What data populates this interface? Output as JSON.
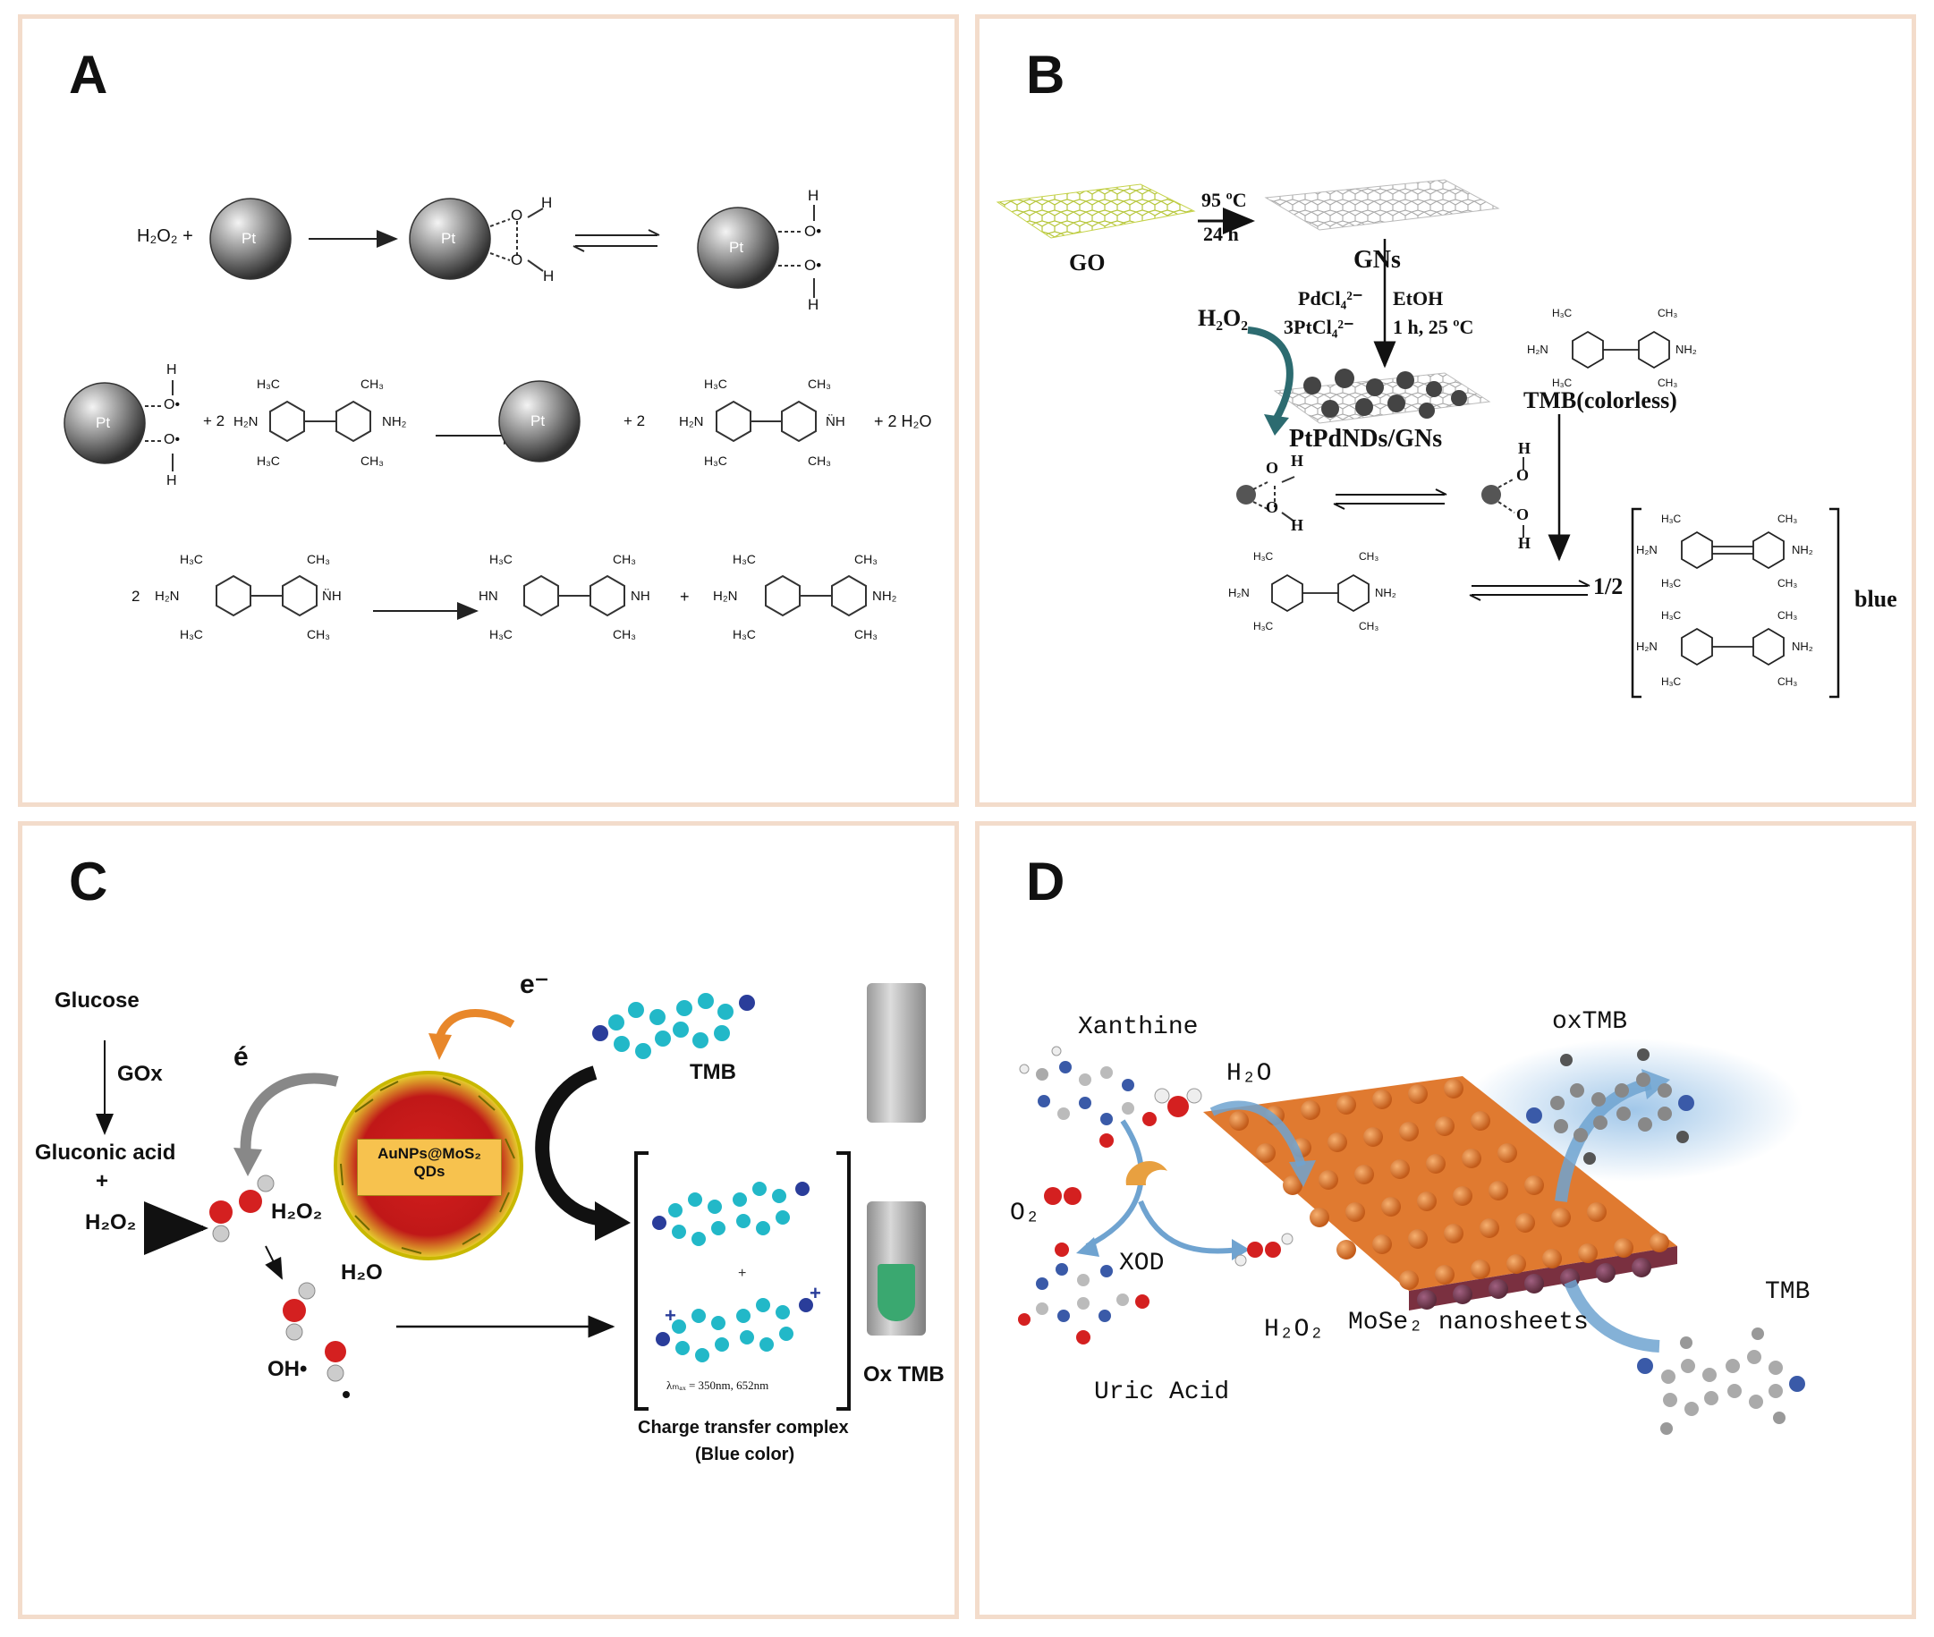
{
  "panels": {
    "A": {
      "label": "A",
      "row1": {
        "reactant": "H₂O₂ +",
        "metal": "Pt",
        "H": "H",
        "O": "O",
        "radical": "O•"
      },
      "row2": {
        "coef2": "+ 2",
        "coef2b": "+ 2",
        "water": "+ 2 H₂O",
        "H2N": "H₂N",
        "NH2": "NH₂",
        "NH": "N̈H",
        "H3C": "H₃C",
        "CH3": "CH₃"
      },
      "row3": {
        "coef": "2",
        "HN": "HN",
        "NH": "NH",
        "plus": "+",
        "NH_rad": "N̈H",
        "H3C": "H₃C",
        "CH3": "CH₃",
        "H2N": "H₂N",
        "NH2": "NH₂"
      }
    },
    "B": {
      "label": "B",
      "go": "GO",
      "gns": "GNs",
      "cond1_temp": "95 ºC",
      "cond1_time": "24 h",
      "reagent1": "PdCl₄²⁻",
      "reagent2": "3PtCl₄²⁻",
      "solvent": "EtOH",
      "cond2": "1 h,  25 ºC",
      "h2o2": "H₂O₂",
      "nanozyme": "PtPdNDs/GNs",
      "tmb": "TMB(colorless)",
      "half": "1/2",
      "blue": "blue",
      "H": "H",
      "O": "O",
      "H3C": "H₃C",
      "CH3": "CH₃",
      "H2N": "H₂N",
      "NH2": "NH₂"
    },
    "C": {
      "label": "C",
      "glucose": "Glucose",
      "enzyme": "GOx",
      "gluconic": "Gluconic acid",
      "plus": "+",
      "h2o2_left": "H₂O₂",
      "h2o2": "H₂O₂",
      "h2o": "H₂O",
      "oh": "OH•",
      "e1": "e⁻",
      "e2": "é",
      "qd_line1": "AuNPs@MoS₂",
      "qd_line2": "QDs",
      "tmb": "TMB",
      "lambda": "λₘₐₓ = 350nm, 652nm",
      "ox": "Ox TMB",
      "complex_line1": "Charge transfer complex",
      "complex_line2": "(Blue color)"
    },
    "D": {
      "label": "D",
      "xanthine": "Xanthine",
      "h2o": "H₂O",
      "o2": "O₂",
      "xod": "XOD",
      "h2o2": "H₂O₂",
      "uric": "Uric Acid",
      "sheet": "MoSe₂ nanosheets",
      "oxtmb": "oxTMB",
      "tmb": "TMB"
    }
  },
  "colors": {
    "border": "#f3dccb",
    "pt_sphere": "#6b6b6b",
    "tmb_cyan": "#22b8c8",
    "oxygen_red": "#d42020",
    "au_red": "#d41e1e",
    "mos2_yellow": "#e8d830",
    "qd_box": "#f7c24e",
    "arrow_orange": "#e8872a",
    "arrow_blue": "#6fa3d0",
    "sheet_orange": "#d9712a",
    "green_solution": "#3aa870",
    "glow_blue": "#9cc4e8"
  }
}
